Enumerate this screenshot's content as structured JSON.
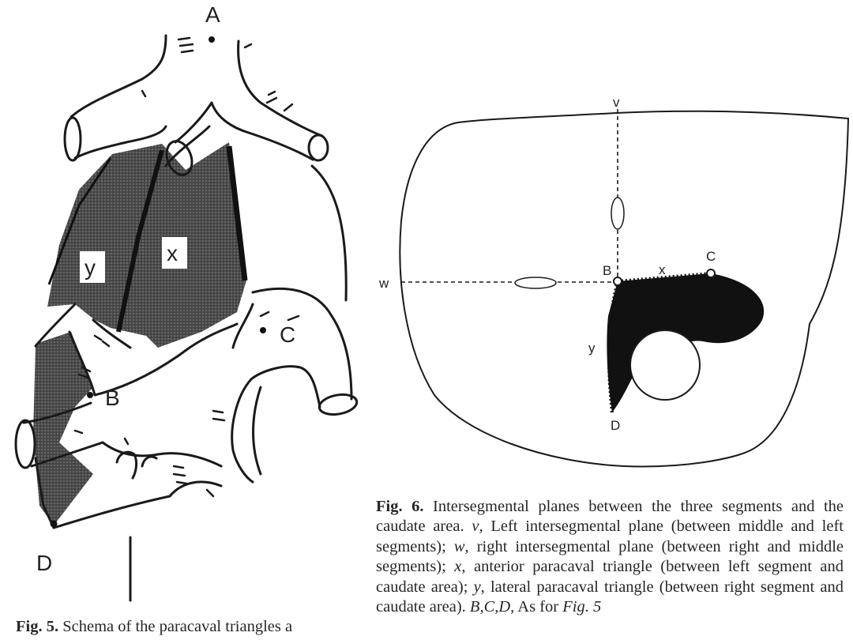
{
  "figure5": {
    "labels": {
      "A": "A",
      "B": "B",
      "C": "C",
      "D": "D",
      "x": "x",
      "y": "y"
    },
    "caption": {
      "fig_label": "Fig. 5.",
      "text": "Schema of the paracaval triangles a"
    }
  },
  "figure6": {
    "labels": {
      "v": "v",
      "w": "w",
      "x": "x",
      "y": "y",
      "B": "B",
      "C": "C",
      "D": "D"
    },
    "caption": {
      "fig_label": "Fig. 6.",
      "p1": "Intersegmental planes between the three segments and the caudate area.",
      "v_sym": "v",
      "p2": ", Left intersegmental plane (between middle and left segments);",
      "w_sym": "w",
      "p3": ", right intersegmental plane (between right and middle segments);",
      "x_sym": "x",
      "p4": ", anterior paracaval triangle (between left segment and caudate area);",
      "y_sym": "y",
      "p5": ", lateral paracaval triangle (between right segment and caudate area).",
      "bcd_sym": "B,C,D",
      "p6": ", As for",
      "ref": "Fig. 5"
    }
  },
  "colors": {
    "ink": "#1a1a1a",
    "shade": "#555555",
    "fill": "#111111",
    "paper": "#ffffff"
  }
}
